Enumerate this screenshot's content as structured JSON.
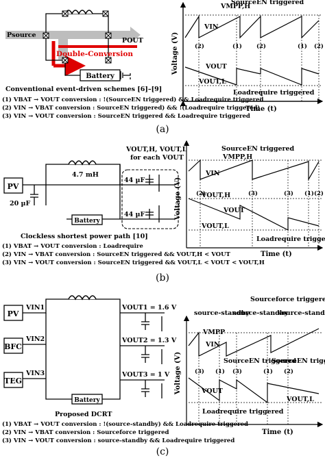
{
  "panel_a": {
    "p_source": "Psource",
    "p_out": "POUT",
    "double_conversion": "Double-Conversion",
    "battery": "Battery",
    "title": "Conventional event-driven schemes [6]–[9]",
    "conditions": [
      "(1) VBAT → VOUT conversion : !(SourceEN triggered) && Loadrequire triggered",
      "(2) VIN → VBAT conversion : SourceEN triggered) && !(Loadrequire triggered)",
      "(3) VIN → VOUT conversion : SourceEN triggered && Loadrequire triggered"
    ],
    "caption": "(a)",
    "chart": {
      "y_label": "Voltage (V)",
      "x_label": "Time (t)",
      "vmpp": "VMPP,H",
      "vin": "VIN",
      "vout": "VOUT",
      "voutl": "VOUT,L",
      "source_event": "SourceEN triggered",
      "load_event": "Loadrequire triggered",
      "markers": [
        "(2)",
        "(1)",
        "(2)",
        "(1)",
        "(2)"
      ]
    }
  },
  "panel_b": {
    "pv": "PV",
    "cap_in": "20 µF",
    "inductor": "4.7 mH",
    "cap1": "44 µF",
    "cap2": "44 µF",
    "vout_note_1": "VOUT,H, VOUT,L",
    "vout_note_2": "for each VOUT",
    "battery": "Battery",
    "title": "Clockless shortest power path [10]",
    "conditions": [
      "(1) VBAT → VOUT conversion : Loadrequire",
      "(2) VIN → VBAT conversion : SourceEN triggered && VOUT,H < VOUT",
      "(3) VIN → VOUT conversion : SourceEN triggered && VOUT,L < VOUT < VOUT,H"
    ],
    "caption": "(b)",
    "chart": {
      "y_label": "Voltage (V)",
      "x_label": "Time (t)",
      "vmpp": "VMPP,H",
      "vin": "VIN",
      "vouth": "VOUT,H",
      "vout": "VOUT",
      "voutl": "VOUT,L",
      "source_event": "SourceEN triggered",
      "load_event": "Loadrequire triggered",
      "markers": [
        "(2)",
        "(3)",
        "(3)",
        "(1)",
        "(2)"
      ]
    }
  },
  "panel_c": {
    "sources": [
      "PV",
      "BFC",
      "TEG"
    ],
    "vin_labels": [
      "VIN1",
      "VIN2",
      "VIN3"
    ],
    "vout_labels": [
      "VOUT1 = 1.6 V",
      "VOUT2 = 1.3 V",
      "VOUT3 = 1 V"
    ],
    "battery": "Battery",
    "title": "Proposed DCRT",
    "conditions": [
      "(1) VBAT → VOUT conversion : !(source-standby) && Loadrequire triggered",
      "(2) VIN → VBAT conversion : Sourceforce triggered",
      "(3) VIN → VOUT conversion : source-standby && Loadrequire triggered"
    ],
    "caption": "(c)",
    "chart": {
      "y_label": "Voltage (V)",
      "x_label": "Time (t)",
      "force_event": "Sourceforce triggered",
      "standby_1": "source-standby",
      "standby_2": "source-standby",
      "standby_3": "source-standby",
      "source_event_1": "SourceEN triggered",
      "source_event_2": "SourceEN triggered",
      "vmpp": "VMPP",
      "vin": "VIN",
      "vout": "VOUT",
      "voutl": "VOUT,L",
      "load_event": "Loadrequire triggered",
      "markers": [
        "(3)",
        "(1)",
        "(3)",
        "(1)",
        "(2)"
      ]
    }
  }
}
